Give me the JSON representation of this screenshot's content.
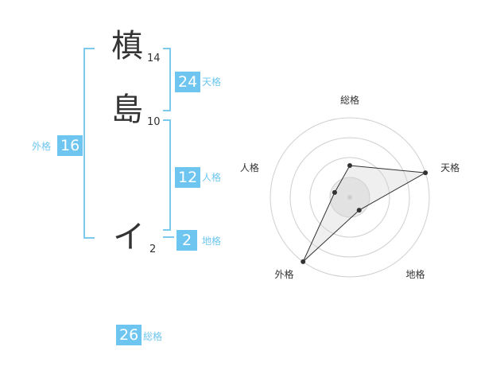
{
  "name": {
    "chars": [
      {
        "char": "槙",
        "strokes": "14"
      },
      {
        "char": "島",
        "strokes": "10"
      },
      {
        "char": "イ",
        "strokes": "2"
      }
    ]
  },
  "fortune": {
    "tenkaku": {
      "value": "24",
      "label": "天格"
    },
    "jinkaku": {
      "value": "12",
      "label": "人格"
    },
    "chikaku": {
      "value": "2",
      "label": "地格"
    },
    "gaikaku": {
      "value": "16",
      "label": "外格"
    },
    "soukaku": {
      "value": "26",
      "label": "総格"
    }
  },
  "colors": {
    "accent": "#6ec6f0",
    "bracket": "#7cc9ee",
    "text": "#333333"
  },
  "chart_data": {
    "type": "radar",
    "axes": [
      "総格",
      "天格",
      "地格",
      "外格",
      "人格"
    ],
    "values": [
      2,
      5,
      1,
      5,
      1
    ],
    "rlim": [
      0,
      5
    ],
    "rings": 4
  }
}
